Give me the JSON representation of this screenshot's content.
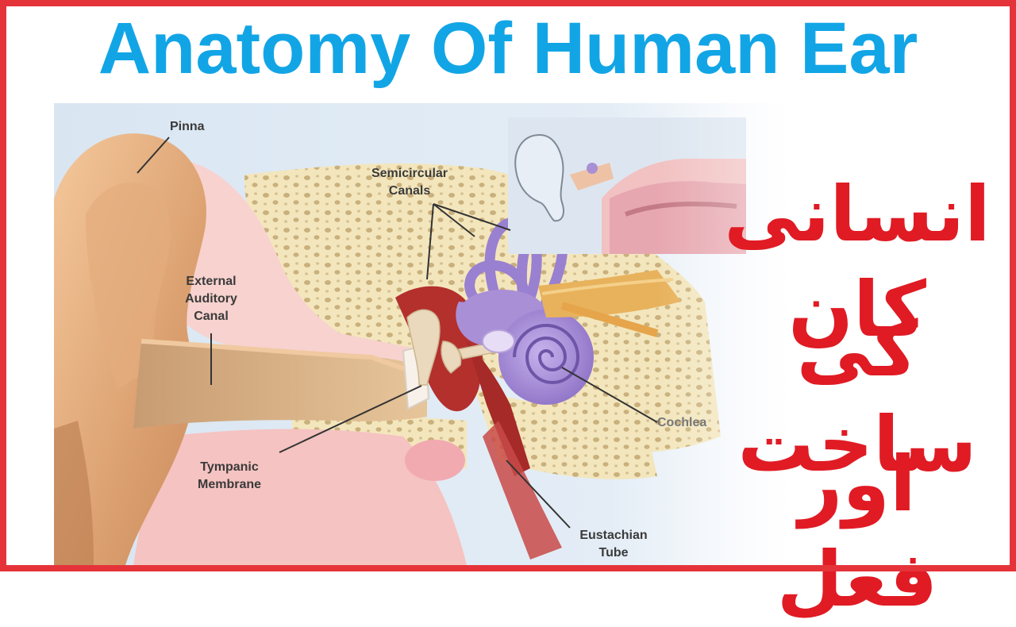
{
  "title": "Anatomy Of Human Ear",
  "labels": {
    "pinna": "Pinna",
    "semicircular_1": "Semicircular",
    "semicircular_2": "Canals",
    "external_1": "External",
    "external_2": "Auditory",
    "external_3": "Canal",
    "cochlea": "Cochlea",
    "tympanic_1": "Tympanic",
    "tympanic_2": "Membrane",
    "eustachian_1": "Eustachian",
    "eustachian_2": "Tube"
  },
  "urdu": {
    "line1": "انسانی کان",
    "line2": "کی ساخت",
    "line3": "اور فعل"
  },
  "colors": {
    "frame": "#e5333a",
    "title": "#12a5e6",
    "urdu": "#e01b24",
    "inner_ear": "#a98fd6",
    "skin": "#e9b07e",
    "bone": "#f1e3b6",
    "pink": "#f6c6c6",
    "red": "#b72d2b"
  },
  "icons": [
    "ear-diagram-illustration",
    "inset-head-illustration"
  ]
}
